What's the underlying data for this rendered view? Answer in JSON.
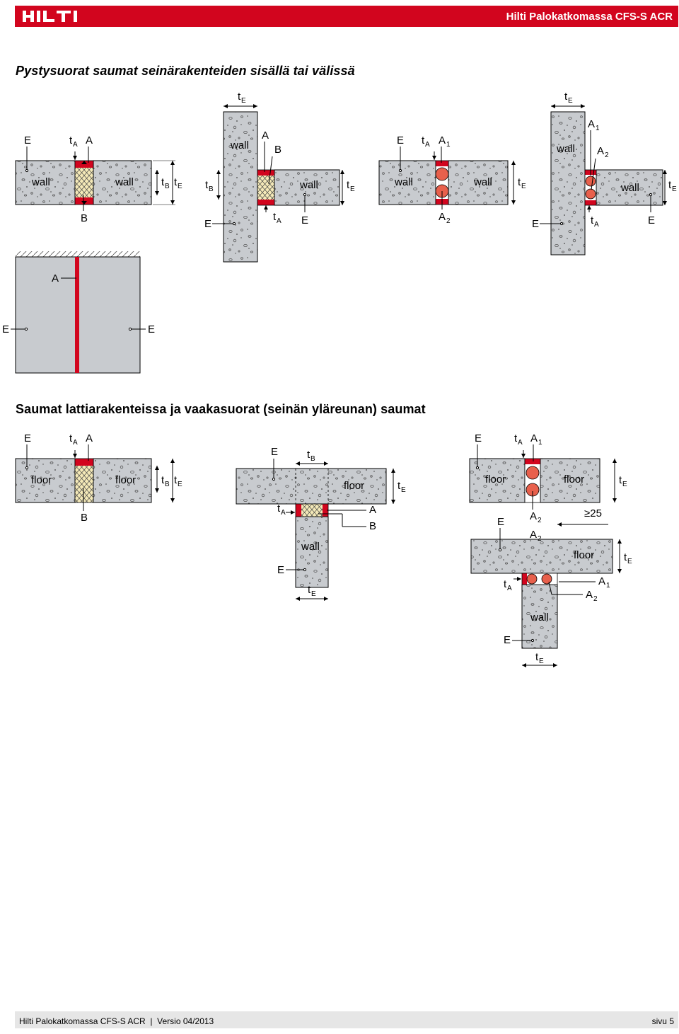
{
  "header": {
    "brand": "HILTI",
    "title": "Hilti Palokatkomassa CFS-S ACR",
    "brand_color": "#d2051e"
  },
  "sections": {
    "vertical": "Pystysuorat saumat seinärakenteiden sisällä tai välissä",
    "floor": "Saumat lattiarakenteissa ja vaakasuorat (seinän yläreunan) saumat"
  },
  "labels": {
    "wall": "wall",
    "floor": "floor",
    "E": "E",
    "A": "A",
    "B": "B",
    "t": "t",
    "sub_A": "A",
    "sub_B": "B",
    "sub_E": "E",
    "A1": "A",
    "sub_1": "1",
    "A2": "A",
    "sub_2": "2",
    "ge25": "≥25"
  },
  "colors": {
    "concrete": "#c8cbcf",
    "sealant": "#d2051e",
    "backer_rod": "#e8604c",
    "insulation": "#f4e9b8"
  },
  "footer": {
    "left": "Hilti Palokatkomassa CFS-S ACR  |  Versio 04/2013",
    "right": "sivu 5"
  }
}
